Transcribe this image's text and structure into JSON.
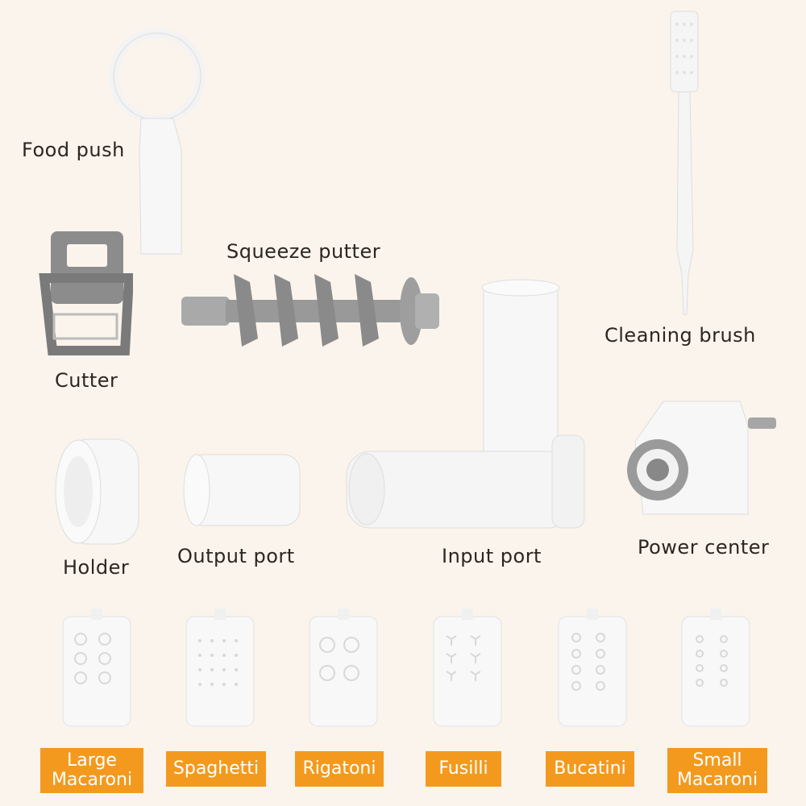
{
  "labels": {
    "food_push": "Food push",
    "squeeze_putter": "Squeeze putter",
    "cleaning_brush": "Cleaning brush",
    "cutter": "Cutter",
    "holder": "Holder",
    "output_port": "Output port",
    "input_port": "Input port",
    "power_center": "Power center"
  },
  "discs": [
    {
      "line1": "Large",
      "line2": "Macaroni"
    },
    {
      "line1": "Spaghetti",
      "line2": ""
    },
    {
      "line1": "Rigatoni",
      "line2": ""
    },
    {
      "line1": "Fusilli",
      "line2": ""
    },
    {
      "line1": "Bucatini",
      "line2": ""
    },
    {
      "line1": "Small",
      "line2": "Macaroni"
    }
  ],
  "colors": {
    "background": "#fbf4ec",
    "tag": "#f39a1e",
    "part_white": "#f7f7f7",
    "part_gray": "#8f8f8f"
  }
}
